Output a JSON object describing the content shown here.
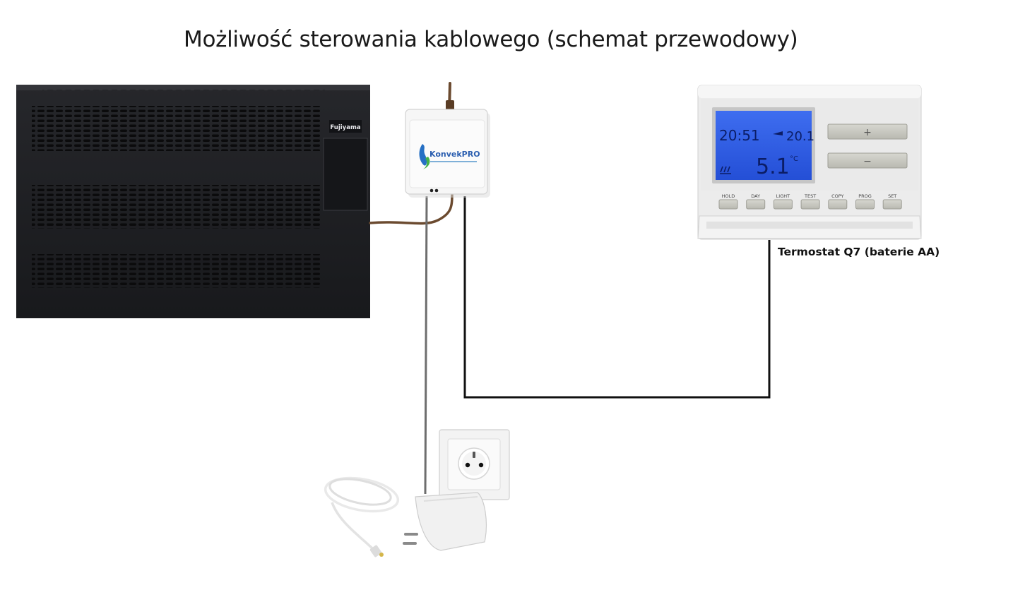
{
  "title": "Możliwość sterowania kablowego (schemat przewodowy)",
  "heater": {
    "brand": "Fujiyama"
  },
  "module": {
    "logo_text": "KonvekPRO"
  },
  "thermostat": {
    "label": "Termostat Q7 (baterie AA)",
    "display": {
      "clock": "20:51",
      "set_temp": "20.1",
      "room_temp": "5.1",
      "unit": "°C"
    },
    "plus_glyph": "+",
    "minus_glyph": "−",
    "buttons": [
      "HOLD",
      "DAY",
      "LIGHT",
      "TEST",
      "COPY",
      "PROG",
      "SET"
    ]
  },
  "colors": {
    "heater_body": "#1c1d20",
    "cable_brown": "#6b4a2f",
    "wire_black": "#111111",
    "wire_grey": "#666666",
    "lcd_blue": "#2d5ce6",
    "thermostat_body": "#ececec"
  }
}
